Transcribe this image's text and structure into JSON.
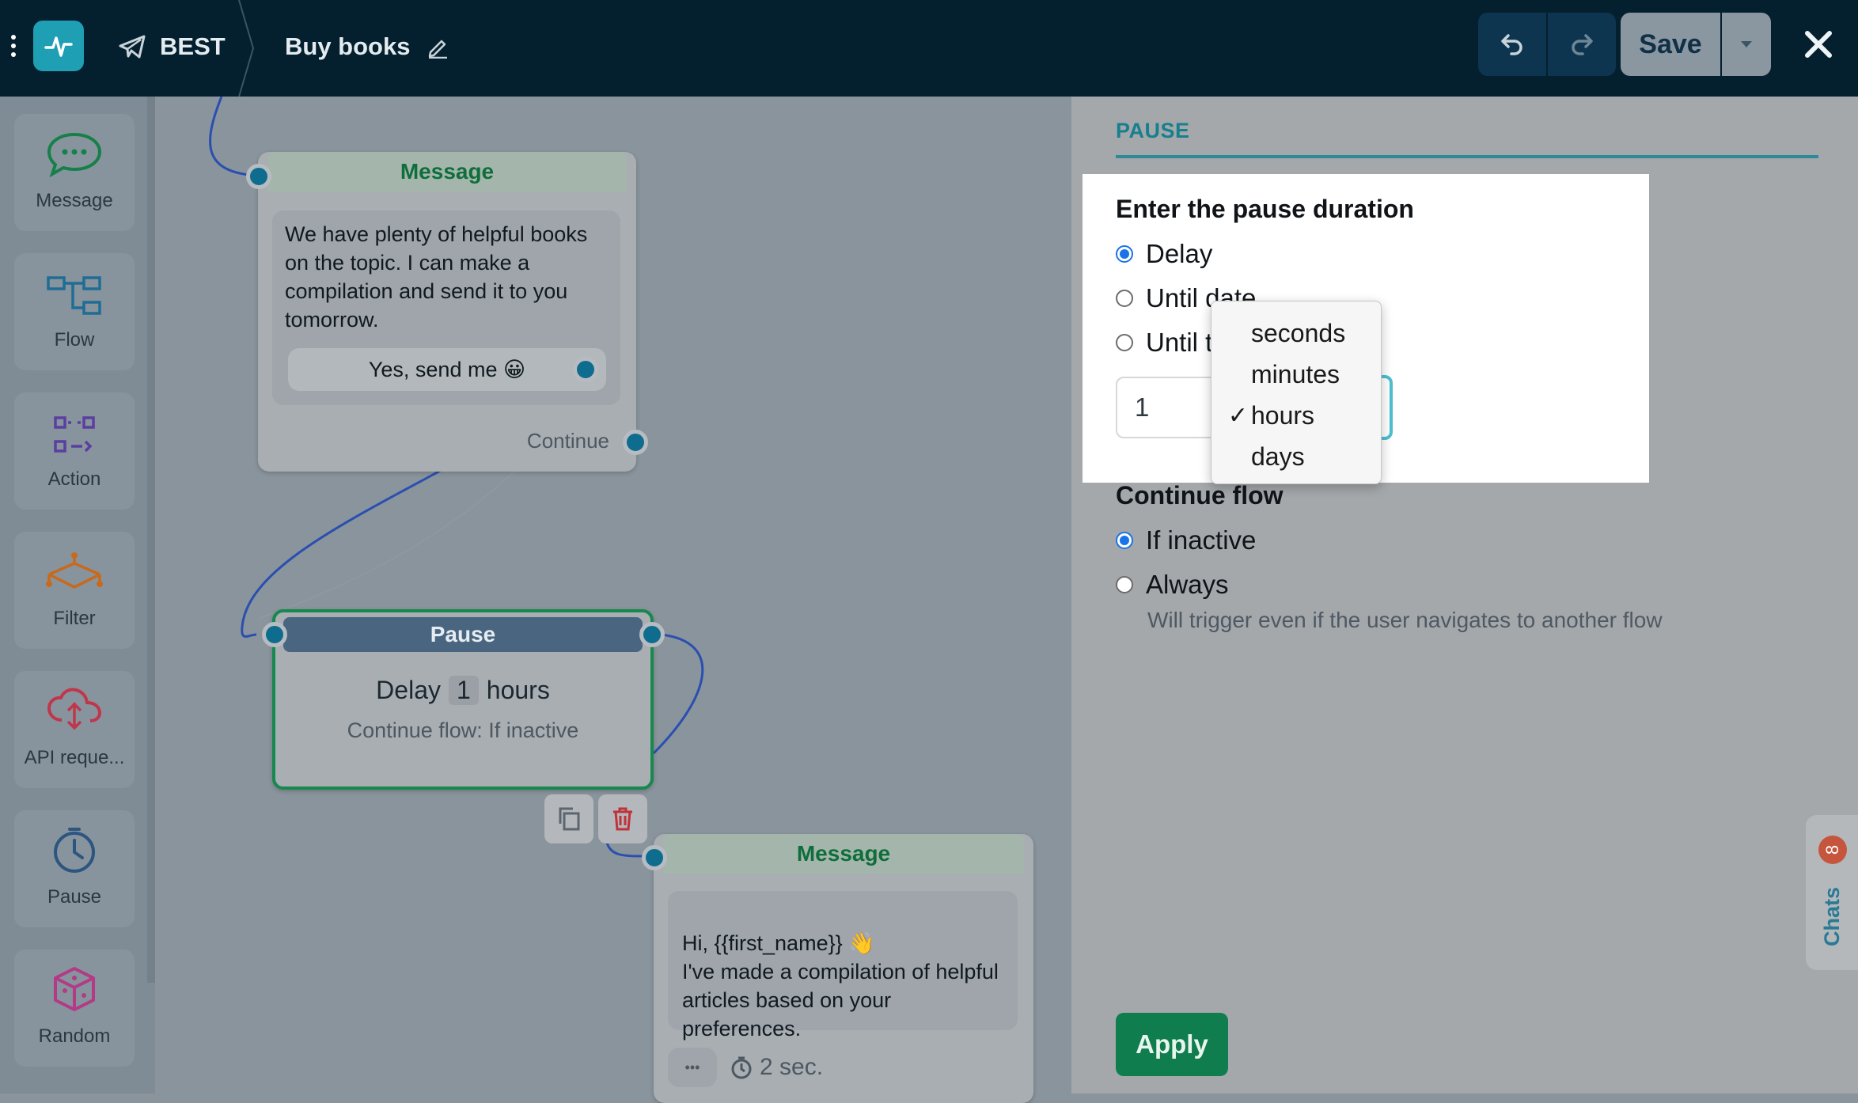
{
  "topbar": {
    "bot_name": "BEST",
    "flow_title": "Buy books",
    "save_label": "Save"
  },
  "palette": {
    "items": [
      {
        "label": "Message",
        "icon": "message-bubble-icon"
      },
      {
        "label": "Flow",
        "icon": "flow-icon"
      },
      {
        "label": "Action",
        "icon": "action-icon"
      },
      {
        "label": "Filter",
        "icon": "filter-icon"
      },
      {
        "label": "API reque...",
        "icon": "api-cloud-icon"
      },
      {
        "label": "Pause",
        "icon": "stopwatch-icon"
      },
      {
        "label": "Random",
        "icon": "dice-icon"
      }
    ]
  },
  "canvas": {
    "node1": {
      "title": "Message",
      "text": "We have plenty of helpful books on the topic. I can make a compilation and send it to you tomorrow.",
      "button": "Yes, send me 😀",
      "continue_label": "Continue"
    },
    "pause_node": {
      "title": "Pause",
      "delay_label": "Delay",
      "delay_value": "1",
      "unit": "hours",
      "continue_flow": "Continue flow: If inactive"
    },
    "node2": {
      "title": "Message",
      "text": "Hi,  {{first_name}} 👋\nI've made a compilation of helpful articles based on your preferences.",
      "more": "•••",
      "timer": "2 sec."
    }
  },
  "panel": {
    "title": "PAUSE",
    "duration_heading": "Enter the pause duration",
    "options": [
      "Delay",
      "Until date",
      "Until t"
    ],
    "selected_option": "Delay",
    "duration_value": "1",
    "units": [
      "seconds",
      "minutes",
      "hours",
      "days"
    ],
    "selected_unit": "hours",
    "checkmark": "✓",
    "continue_heading": "Continue flow",
    "continue_options": [
      "If inactive",
      "Always"
    ],
    "always_hint": "Will trigger even if the user navigates to another flow",
    "apply_label": "Apply"
  },
  "chats": {
    "label": "Chats",
    "count": "8"
  }
}
